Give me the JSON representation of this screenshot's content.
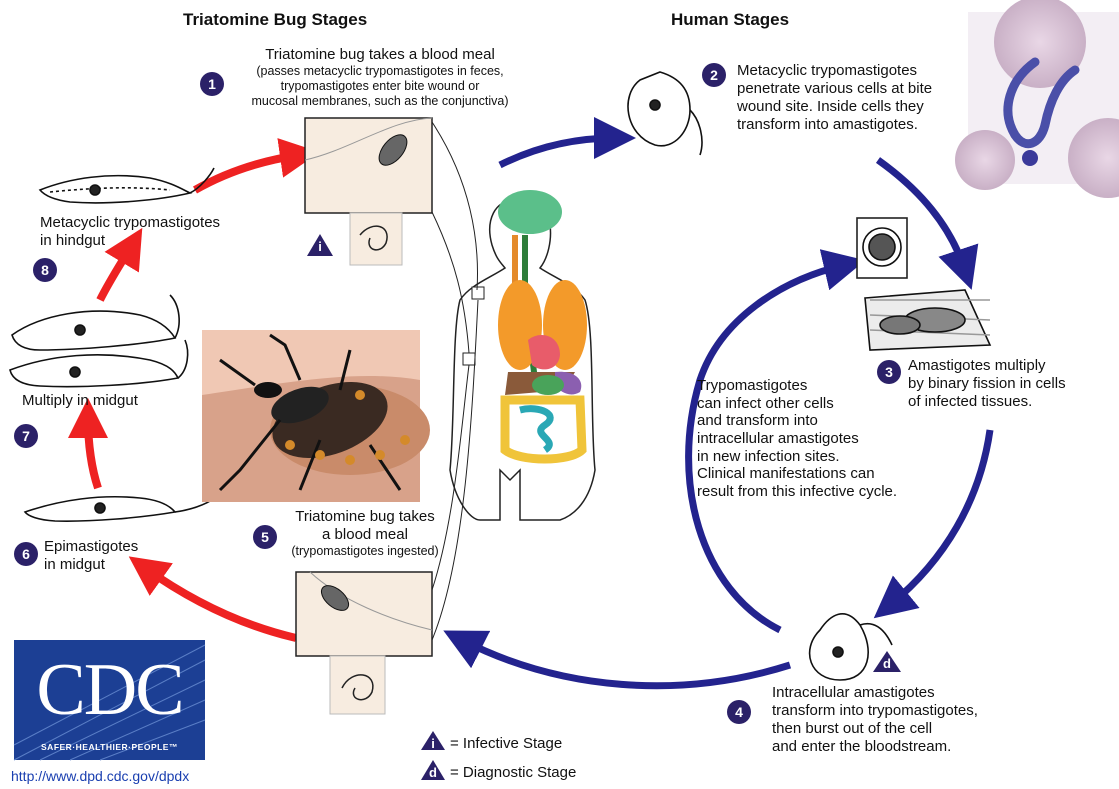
{
  "headers": {
    "bug_stages": "Triatomine Bug Stages",
    "human_stages": "Human Stages"
  },
  "steps": [
    {
      "num": "1",
      "title": "Triatomine bug takes a blood meal",
      "detail": "(passes metacyclic trypomastigotes in feces,\ntrypomastigotes enter bite wound or\nmucosal membranes, such as the conjunctiva)"
    },
    {
      "num": "2",
      "text": "Metacyclic trypomastigotes\npenetrate various cells at bite\nwound site.  Inside cells they\ntransform into amastigotes."
    },
    {
      "num": "3",
      "text": "Amastigotes multiply\nby binary fission in cells\nof infected tissues."
    },
    {
      "num": "4",
      "text": "Intracellular amastigotes\ntransform into trypomastigotes,\nthen burst out of the cell\nand enter the bloodstream."
    },
    {
      "num": "5",
      "title": "Triatomine bug takes\na blood meal",
      "detail": "(trypomastigotes ingested)"
    },
    {
      "num": "6",
      "text": "Epimastigotes\nin midgut"
    },
    {
      "num": "7",
      "text": "Multiply in midgut"
    },
    {
      "num": "8",
      "text": "Metacyclic trypomastigotes\nin hindgut"
    }
  ],
  "inner_cycle_text": "Trypomastigotes\ncan infect other cells\nand transform into\nintracellular amastigotes\nin new infection sites.\nClinical manifestations can\nresult from this infective cycle.",
  "legend": {
    "infective_symbol": "i",
    "infective_label": "= Infective Stage",
    "diagnostic_symbol": "d",
    "diagnostic_label": "= Diagnostic Stage"
  },
  "logo": {
    "text": "CDC",
    "tagline": "SAFER·HEALTHIER·PEOPLE™"
  },
  "url": "http://www.dpd.cdc.gov/dpdx",
  "colors": {
    "blue_arrow": "#23238e",
    "red_arrow": "#ee2222",
    "badge": "#2b2168",
    "cdc_blue": "#1c3f94"
  }
}
